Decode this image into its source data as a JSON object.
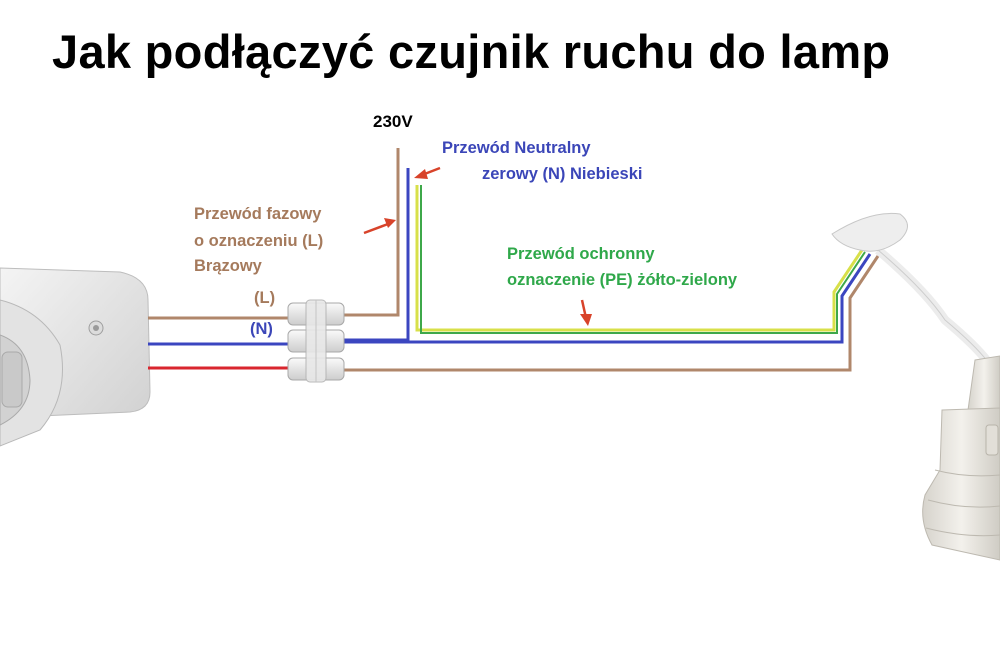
{
  "title": "Jak podłączyć czujnik ruchu do lamp",
  "voltage": "230V",
  "labels": {
    "phase_line1": "Przewód fazowy",
    "phase_line2": "o oznaczeniu (L)",
    "phase_line3": "Brązowy",
    "neutral_line1": "Przewód Neutralny",
    "neutral_line2": "zerowy (N) Niebieski",
    "pe_line1": "Przewód ochronny",
    "pe_line2": "oznaczenie (PE) żółto-zielony",
    "terminal_l": "(L)",
    "terminal_n": "(N)"
  },
  "colors": {
    "phase": "#b0876b",
    "neutral": "#3b46c0",
    "earth_yellow": "#d8e04a",
    "earth_green": "#3ea84a",
    "sensor_out": "#d9262e",
    "arrow": "#d8432a",
    "phase_text": "#a57a5c",
    "neutral_text": "#3b46b8",
    "pe_text": "#2fa84a"
  },
  "icons": [
    "motion-sensor-icon",
    "lamp-socket-icon",
    "connector-block-icon"
  ]
}
